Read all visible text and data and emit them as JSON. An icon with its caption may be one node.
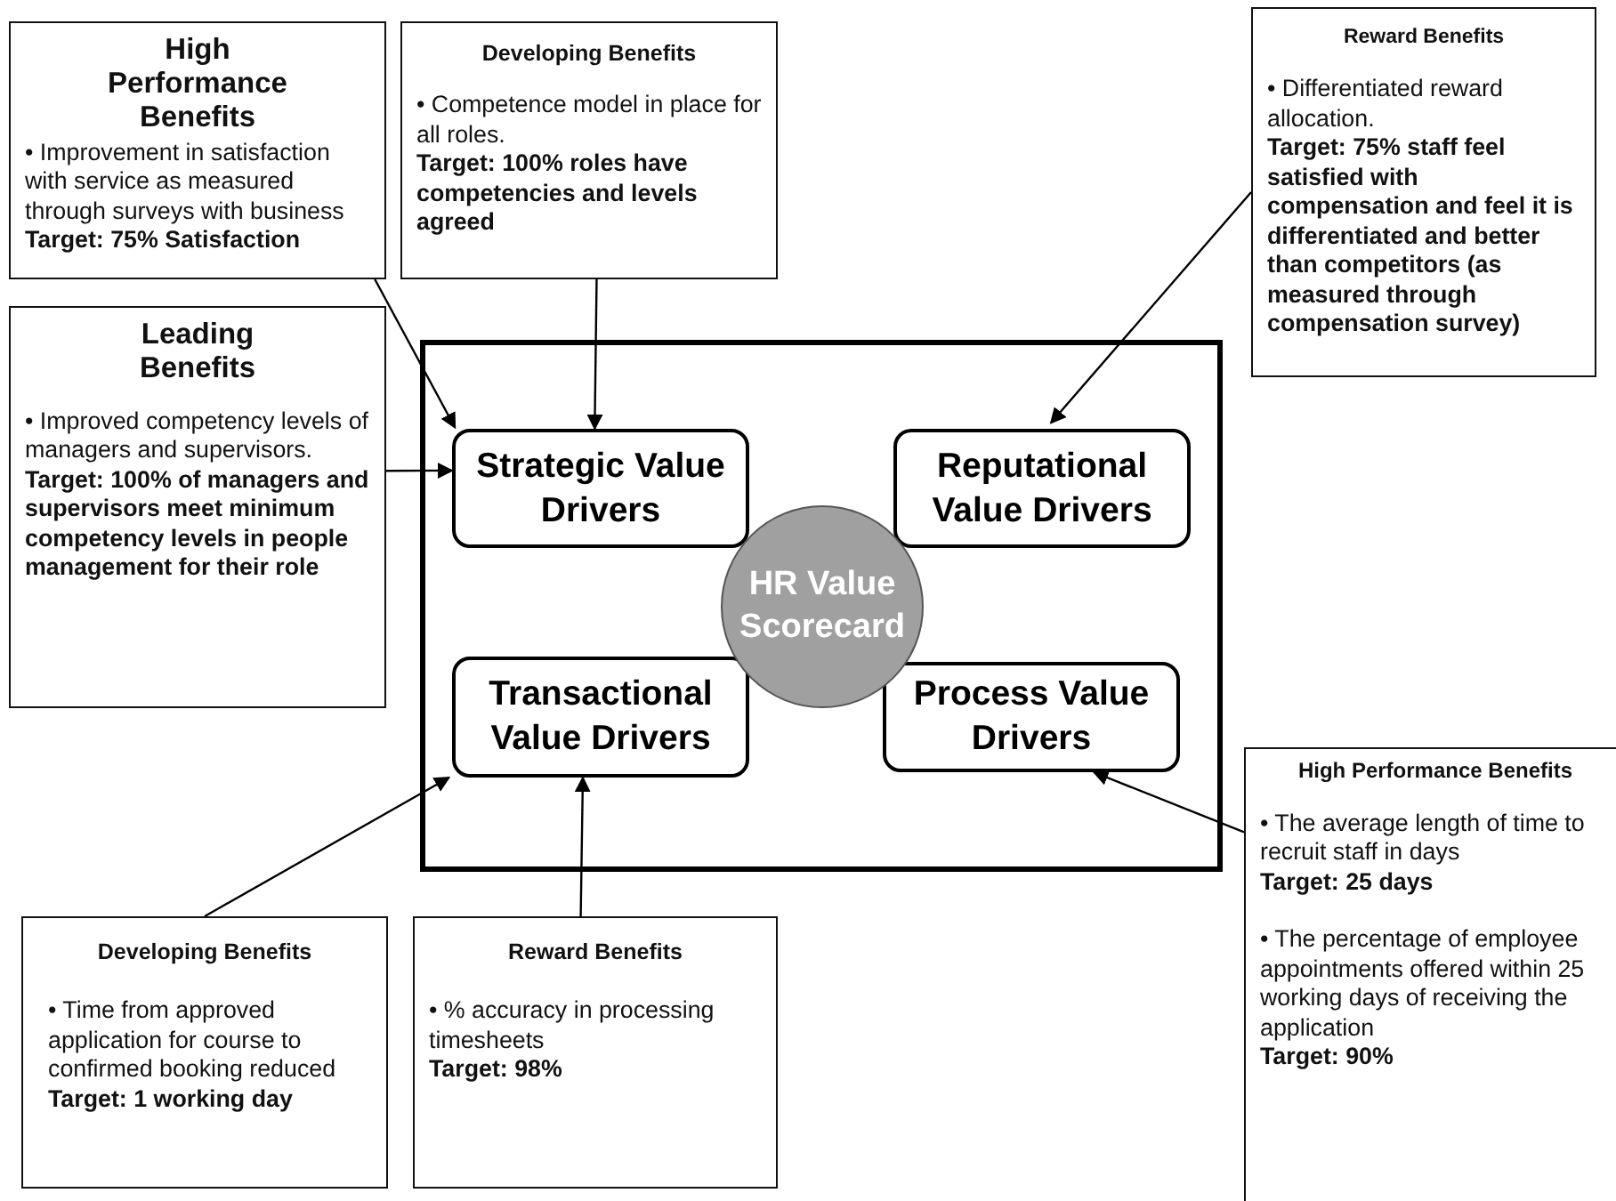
{
  "diagram": {
    "nodes": [
      {
        "text": [
          "High Performance Benefits",
          "• Improvement in satisfaction with service as measured through surveys with business",
          "Target: 75% Satisfaction"
        ]
      },
      {
        "text": [
          "Developing Benefits",
          "• Competence model in place for all roles.",
          "Target: 100% roles have competencies and levels agreed"
        ]
      },
      {
        "text": [
          "Reward Benefits",
          "• Differentiated reward allocation.",
          "Target: 75% staff feel satisfied with compensation and feel it is differentiated and better than competitors (as measured through compensation survey)"
        ]
      },
      {
        "text": [
          "Leading Benefits",
          "• Improved competency levels of managers and supervisors.",
          "Target: 100% of managers and supervisors meet minimum competency levels in people management for their role"
        ]
      },
      {
        "text": [],
        "shape": "box"
      },
      {
        "text": [
          "Strategic Value Drivers"
        ],
        "in": 4
      },
      {
        "text": [
          "Reputational Value Drivers"
        ],
        "in": 4
      },
      {
        "text": [
          "HR Value Scorecard"
        ],
        "in": 4
      },
      {
        "text": [
          "Transactional Value Drivers"
        ],
        "in": 4
      },
      {
        "text": [
          "Process Value Drivers"
        ],
        "in": 4
      },
      {
        "text": [
          "Developing Benefits",
          "• Time from approved application for course to confirmed booking reduced",
          "Target: 1 working day"
        ]
      },
      {
        "text": [
          "Reward Benefits",
          "• % accuracy in processing timesheets",
          "Target: 98%"
        ]
      },
      {
        "text": [
          "High Performance Benefits",
          "• The average length of time to recruit staff in days",
          "Target: 25 days",
          "• The percentage of employee appointments offered within 25 working days of receiving the application",
          "Target: 90%"
        ]
      }
    ],
    "edges": [
      {
        "from": 0,
        "to": 5,
        "arrow": "to"
      },
      {
        "from": 1,
        "to": 5,
        "arrow": "to"
      },
      {
        "from": 3,
        "to": 5,
        "arrow": "to"
      },
      {
        "from": 2,
        "to": 6,
        "arrow": "to"
      },
      {
        "from": 10,
        "to": 8,
        "arrow": "to"
      },
      {
        "from": 11,
        "to": 8,
        "arrow": "to"
      },
      {
        "from": 12,
        "to": 9,
        "arrow": "to"
      }
    ]
  }
}
